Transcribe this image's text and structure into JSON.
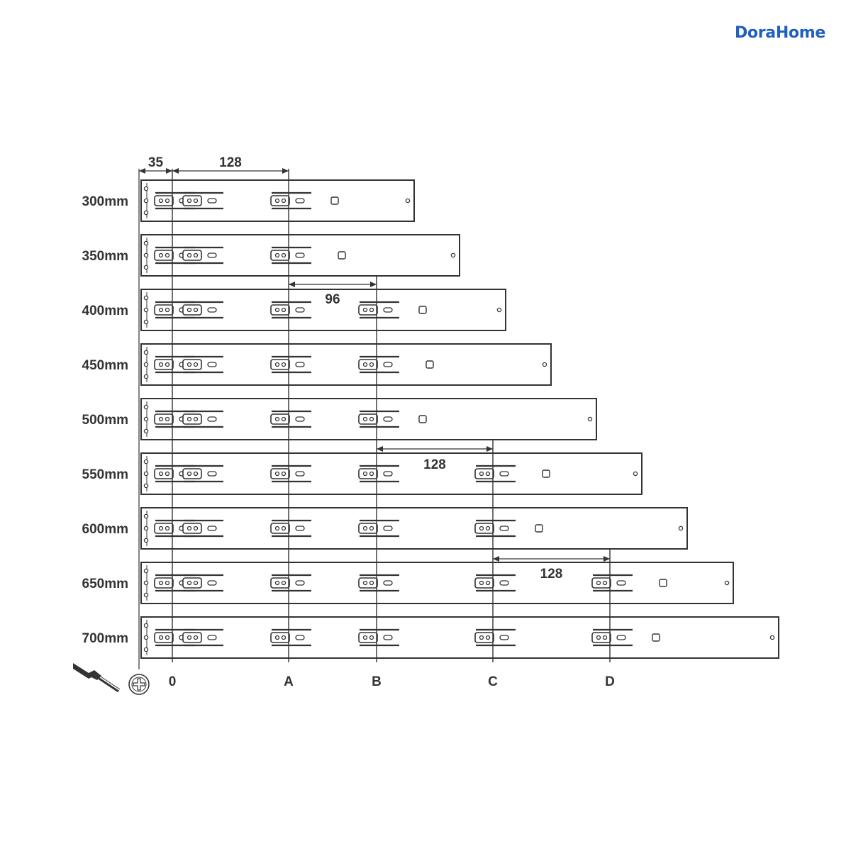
{
  "brand": {
    "name": "DoraHome"
  },
  "dimensions": {
    "offset": "35",
    "spacing_a": "128",
    "spacing_b": "96",
    "spacing_c": "128",
    "spacing_d": "128"
  },
  "columns": [
    "0",
    "A",
    "B",
    "C",
    "D"
  ],
  "rails": [
    {
      "label": "300mm",
      "holes": [
        "0",
        "A"
      ]
    },
    {
      "label": "350mm",
      "holes": [
        "0",
        "A"
      ]
    },
    {
      "label": "400mm",
      "holes": [
        "0",
        "A",
        "B"
      ]
    },
    {
      "label": "450mm",
      "holes": [
        "0",
        "A",
        "B"
      ]
    },
    {
      "label": "500mm",
      "holes": [
        "0",
        "A",
        "B"
      ]
    },
    {
      "label": "550mm",
      "holes": [
        "0",
        "A",
        "B",
        "C"
      ]
    },
    {
      "label": "600mm",
      "holes": [
        "0",
        "A",
        "B",
        "C"
      ]
    },
    {
      "label": "650mm",
      "holes": [
        "0",
        "A",
        "B",
        "C",
        "D"
      ]
    },
    {
      "label": "700mm",
      "holes": [
        "0",
        "A",
        "B",
        "C",
        "D"
      ]
    }
  ],
  "icons": {
    "tool": "screwdriver-icon",
    "screw": "screw-head-icon"
  }
}
